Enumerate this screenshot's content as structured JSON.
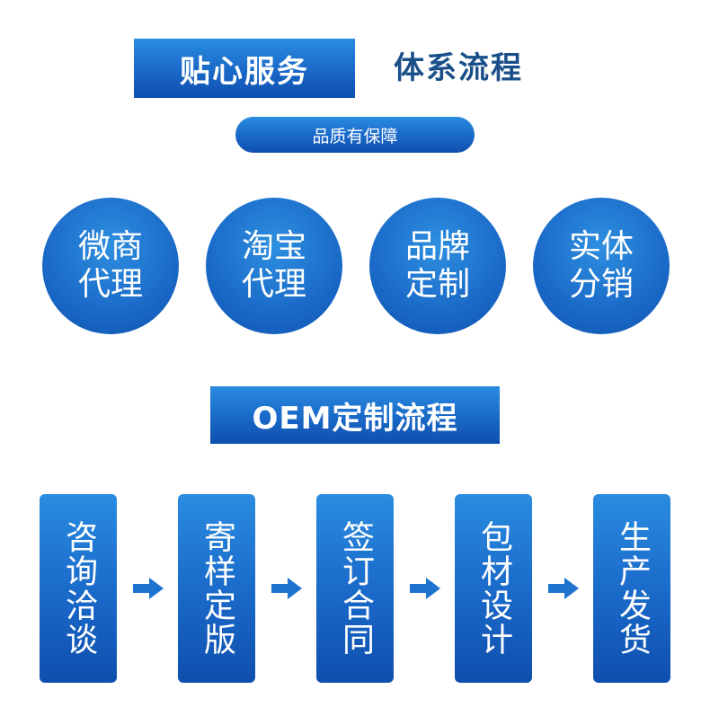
{
  "header": {
    "boxed_title": "贴心服务",
    "title": "体系流程",
    "pill": "品质有保障"
  },
  "services": [
    {
      "line1": "微商",
      "line2": "代理"
    },
    {
      "line1": "淘宝",
      "line2": "代理"
    },
    {
      "line1": "品牌",
      "line2": "定制"
    },
    {
      "line1": "实体",
      "line2": "分销"
    }
  ],
  "oem": {
    "title": "OEM定制流程",
    "steps": [
      "咨询洽谈",
      "寄样定版",
      "签订合同",
      "包材设计",
      "生产发货"
    ]
  },
  "colors": {
    "primary_blue": "#1968c8",
    "title_text": "#1a4f8a",
    "arrow": "#1f73d0"
  }
}
